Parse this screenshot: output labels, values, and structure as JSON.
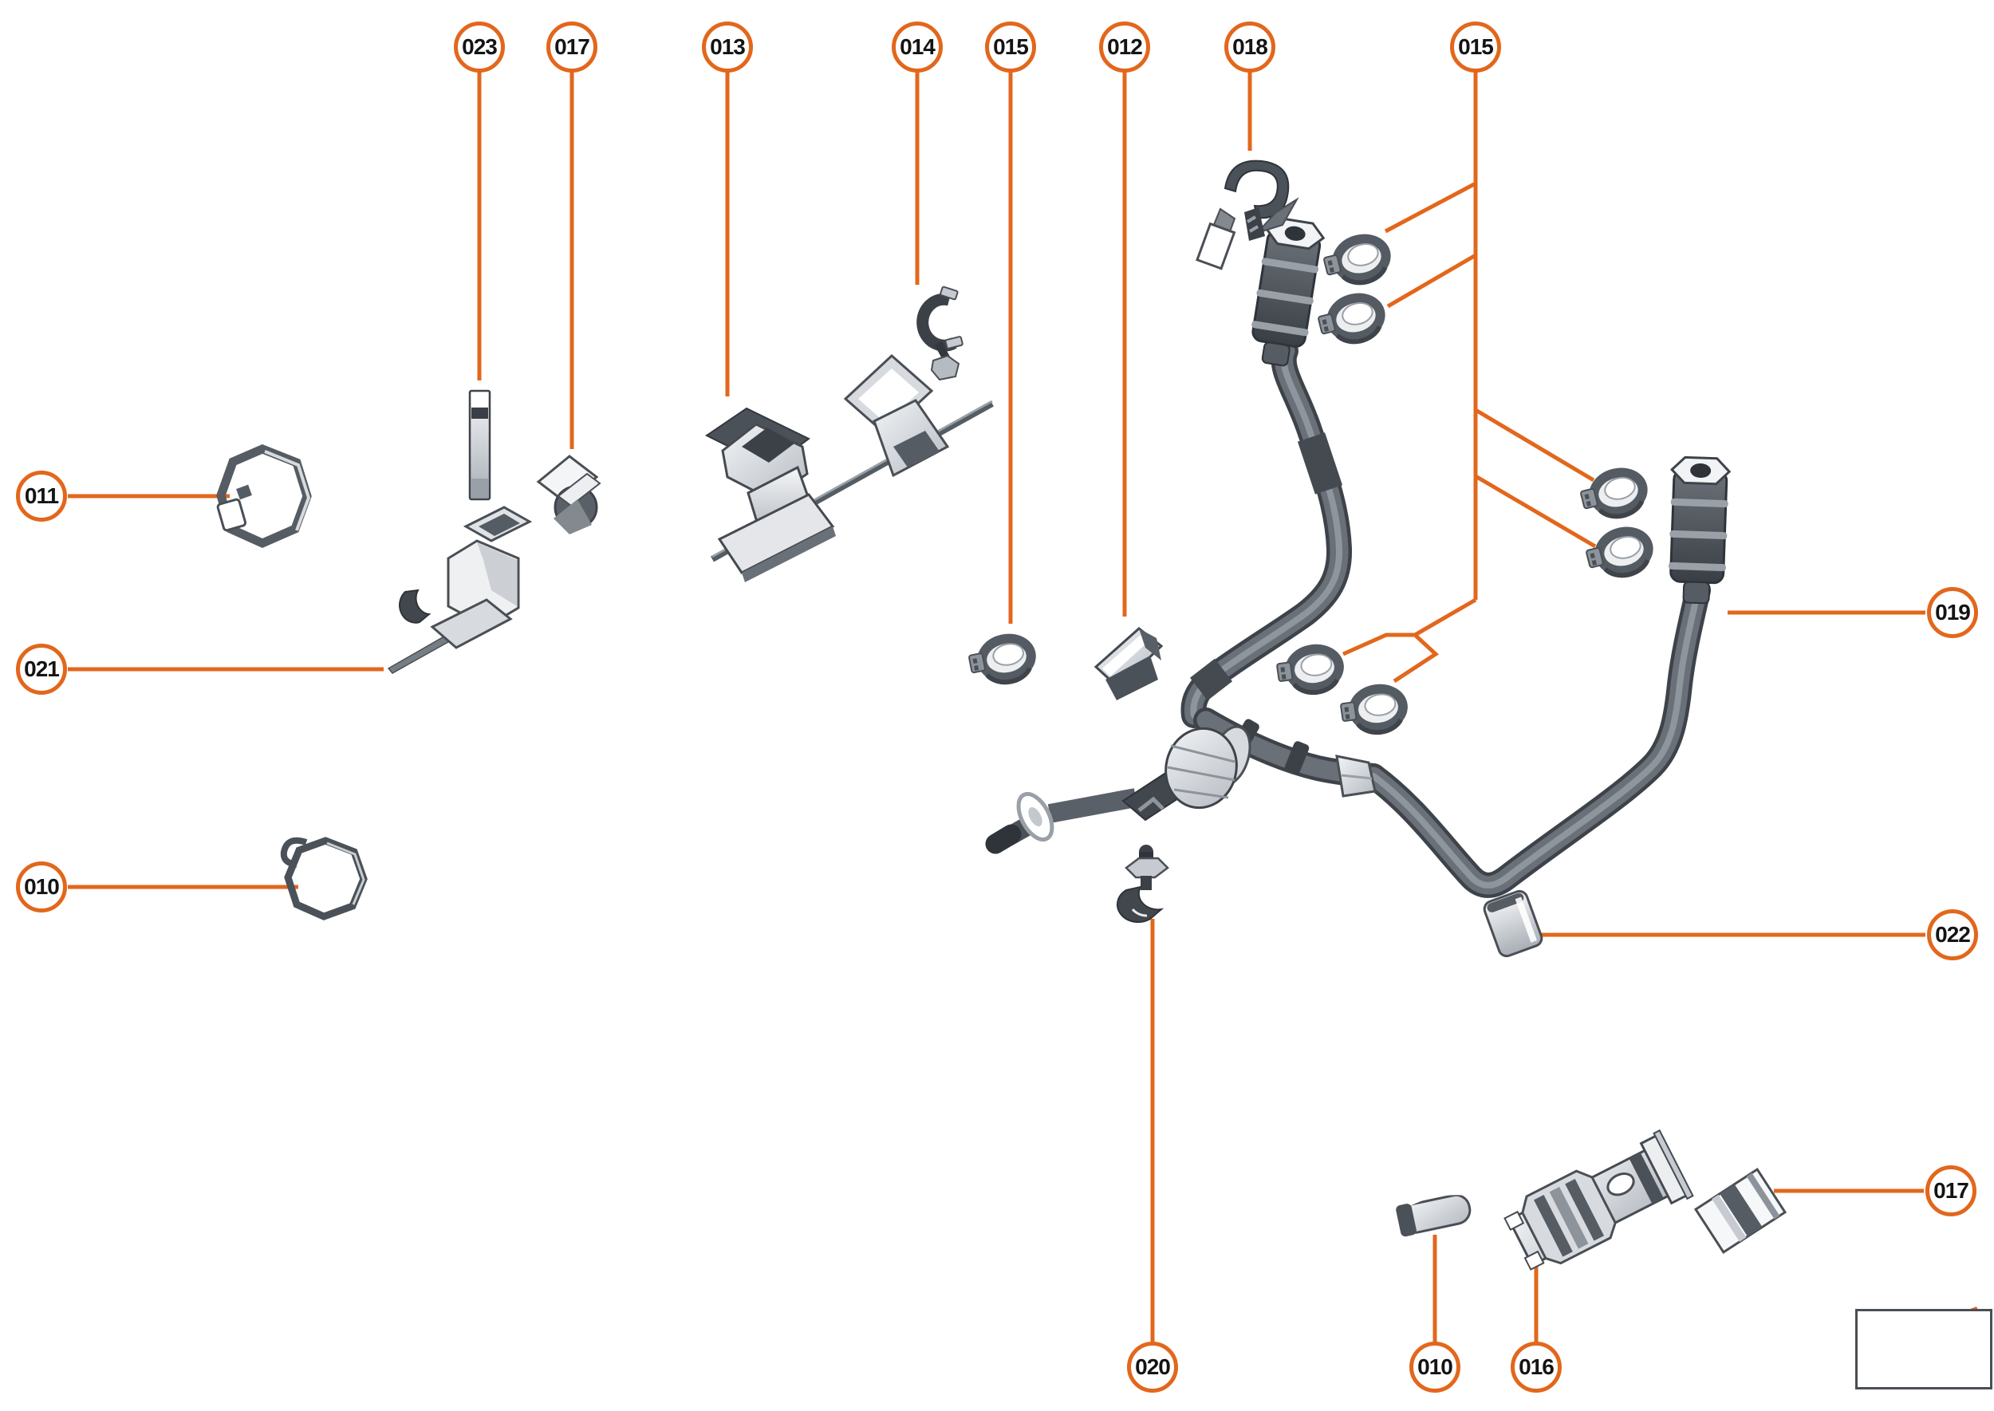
{
  "page": {
    "type": "exploded-parts-diagram",
    "background": "#ffffff"
  },
  "colors": {
    "accent": "#E2671C",
    "accent_soft": "#DC9A66",
    "outline_dark": "#3F444B",
    "metal_dark": "#4B5158",
    "metal_mid": "#8D939B",
    "metal_light": "#ECEEF0"
  },
  "callouts": [
    {
      "id": "023",
      "label": "023"
    },
    {
      "id": "017",
      "label": "017"
    },
    {
      "id": "013",
      "label": "013"
    },
    {
      "id": "014",
      "label": "014"
    },
    {
      "id": "015",
      "label": "015"
    },
    {
      "id": "012",
      "label": "012"
    },
    {
      "id": "018",
      "label": "018"
    },
    {
      "id": "015b",
      "label": "015"
    },
    {
      "id": "011",
      "label": "011"
    },
    {
      "id": "021",
      "label": "021"
    },
    {
      "id": "010",
      "label": "010"
    },
    {
      "id": "019",
      "label": "019"
    },
    {
      "id": "022",
      "label": "022"
    },
    {
      "id": "017b",
      "label": "017"
    },
    {
      "id": "020",
      "label": "020"
    },
    {
      "id": "010b",
      "label": "010"
    },
    {
      "id": "016",
      "label": "016"
    }
  ],
  "parts": [
    {
      "callout": "011",
      "part": "octagonal-band-clamp"
    },
    {
      "callout": "021",
      "part": "retaining-bracket-with-rod"
    },
    {
      "callout": "023",
      "part": "strap-tie"
    },
    {
      "callout": "017",
      "part": "retaining-clip"
    },
    {
      "callout": "013",
      "part": "strap-bracket-on-rod"
    },
    {
      "callout": "014",
      "part": "spring-clip-with-pin"
    },
    {
      "callout": "015",
      "part": "ear-hose-clamp"
    },
    {
      "callout": "012",
      "part": "sheet-spring-clip"
    },
    {
      "callout": "018",
      "part": "hook-clip-with-tag"
    },
    {
      "callout": "019",
      "part": "fuel-hose-assembly"
    },
    {
      "callout": "022",
      "part": "rubber-sleeve"
    },
    {
      "callout": "010",
      "part": "clamp-ring"
    },
    {
      "callout": "020",
      "part": "stud-saddle-clip"
    },
    {
      "callout": "016",
      "part": "buckle-strap-bracket"
    },
    {
      "callout": "017b",
      "part": "striped-retaining-clip"
    }
  ],
  "logo": {
    "icon": "continuation-arrow-icon"
  }
}
